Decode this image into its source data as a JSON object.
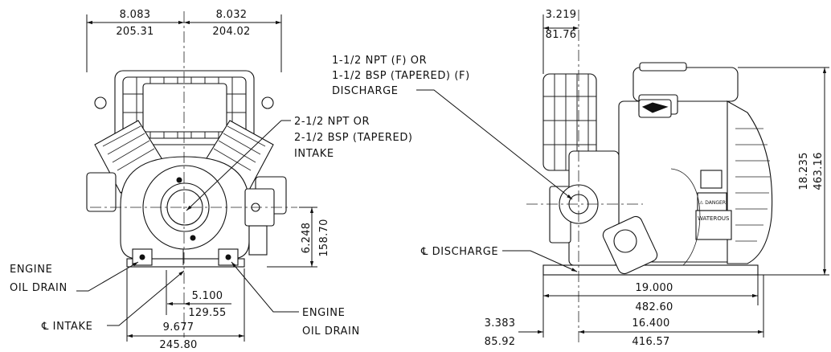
{
  "front_view": {
    "dims": {
      "left_width_in": "8.083",
      "left_width_mm": "205.31",
      "right_width_in": "8.032",
      "right_width_mm": "204.02",
      "intake_height_in": "6.248",
      "intake_height_mm": "158.70",
      "intake_offset_in": "5.100",
      "intake_offset_mm": "129.55",
      "base_width_in": "9.677",
      "base_width_mm": "245.80"
    },
    "labels": {
      "intake_line1": "2-1/2 NPT OR",
      "intake_line2": "2-1/2 BSP (TAPERED)",
      "intake_line3": "INTAKE",
      "oil_drain_left_line1": "ENGINE",
      "oil_drain_left_line2": "OIL DRAIN",
      "oil_drain_right_line1": "ENGINE",
      "oil_drain_right_line2": "OIL DRAIN",
      "centerline_intake": "℄ INTAKE"
    }
  },
  "side_view": {
    "dims": {
      "discharge_offset_in": "3.219",
      "discharge_offset_mm": "81.76",
      "overall_height_in": "18.235",
      "overall_height_mm": "463.16",
      "overall_length_in": "19.000",
      "overall_length_mm": "482.60",
      "mount_length_in": "16.400",
      "mount_length_mm": "416.57",
      "front_offset_in": "3.383",
      "front_offset_mm": "85.92"
    },
    "labels": {
      "discharge_line1": "1-1/2 NPT (F) OR",
      "discharge_line2": "1-1/2 BSP (TAPERED) (F)",
      "discharge_line3": "DISCHARGE",
      "centerline_discharge": "℄ DISCHARGE",
      "plate_brand": "WATEROUS",
      "plate_warning": "⚠ DANGER"
    }
  }
}
